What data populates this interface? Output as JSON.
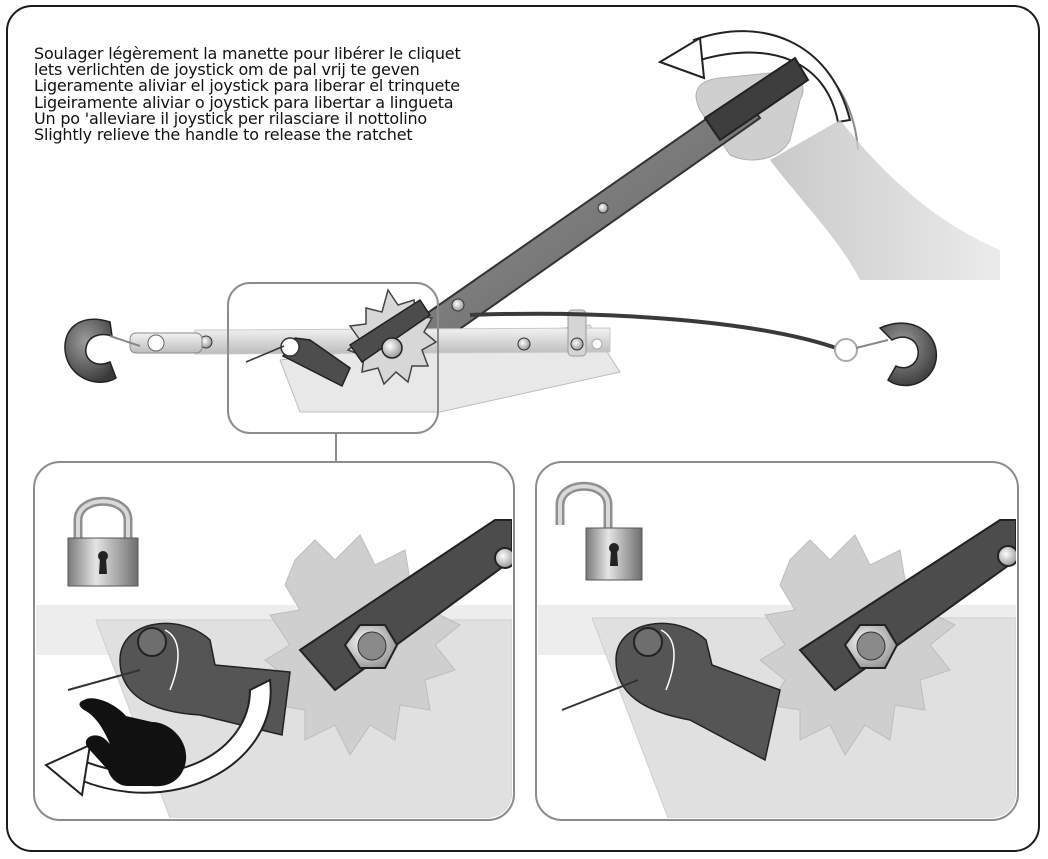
{
  "instructions": [
    "Soulager légèrement la manette pour libérer le cliquet",
    "lets verlichten de joystick om de pal vrij te geven",
    "Ligeramente aliviar el joystick para liberar el trinquete",
    "Ligeiramente aliviar o joystick para libertar a lingueta",
    "Un po 'alleviare il joystick per rilasciare il nottolino",
    "Slightly relieve the handle to release the ratchet"
  ],
  "panels": {
    "left": {
      "lock_state": "locked",
      "lock_icon": "padlock-closed-icon",
      "gesture_icon": "pointing-hand-icon"
    },
    "right": {
      "lock_state": "unlocked",
      "lock_icon": "padlock-open-icon"
    }
  },
  "colors": {
    "outline": "#1a1a1a",
    "panel_border": "#8c8c8c",
    "metal_dark": "#4a4a4a",
    "metal_light": "#d9d9d9"
  }
}
